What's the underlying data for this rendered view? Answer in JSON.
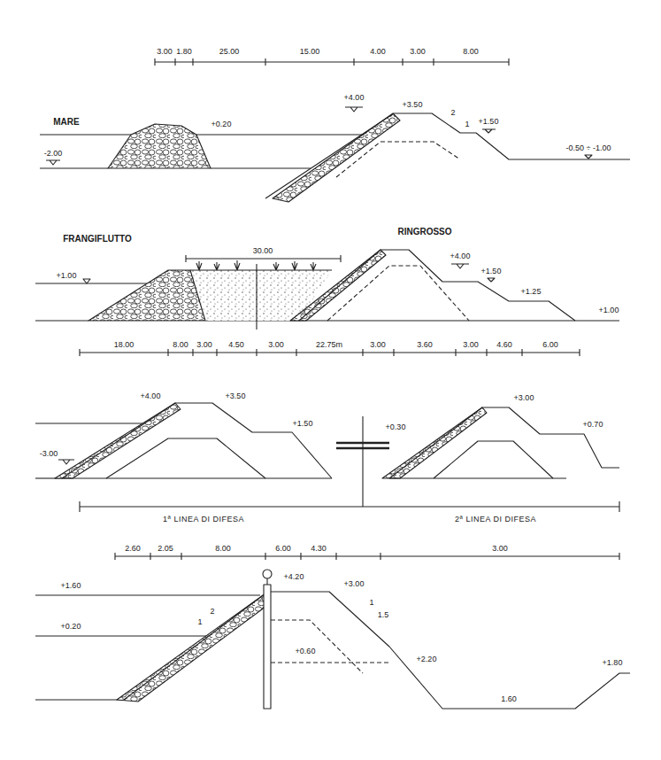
{
  "diagram": {
    "labels": [
      "3.00",
      "1.80",
      "25.00",
      "15.00",
      "4.00",
      "3.00",
      "8.00",
      "MARE",
      "+0.20",
      "-2.00",
      "+4.00",
      "+3.50",
      "2",
      "1",
      "+1.50",
      "-0.50 ÷ -1.00",
      "FRANGIFLUTTO",
      "RINGROSSO",
      "30.00",
      "+1.00",
      "+4.00",
      "+1.50",
      "+1.25",
      "+1.00",
      "18.00",
      "8.00",
      "3.00",
      "4.50",
      "3.00",
      "22.75m",
      "3.00",
      "3.60",
      "3.00",
      "4.60",
      "6.00",
      "+4.00",
      "+3.50",
      "-3.00",
      "+1.50",
      "+0.30",
      "+3.00",
      "+0.70",
      "1ª LINEA DI DIFESA",
      "2ª LINEA DI DIFESA",
      "2.60",
      "2.05",
      "8.00",
      "6.00",
      "4.30",
      "3.00",
      "+1.60",
      "+0.20",
      "2",
      "1",
      "+4.20",
      "+3.00",
      "1",
      "1.5",
      "+0.60",
      "+2.20",
      "1.60",
      "+1.80"
    ]
  }
}
